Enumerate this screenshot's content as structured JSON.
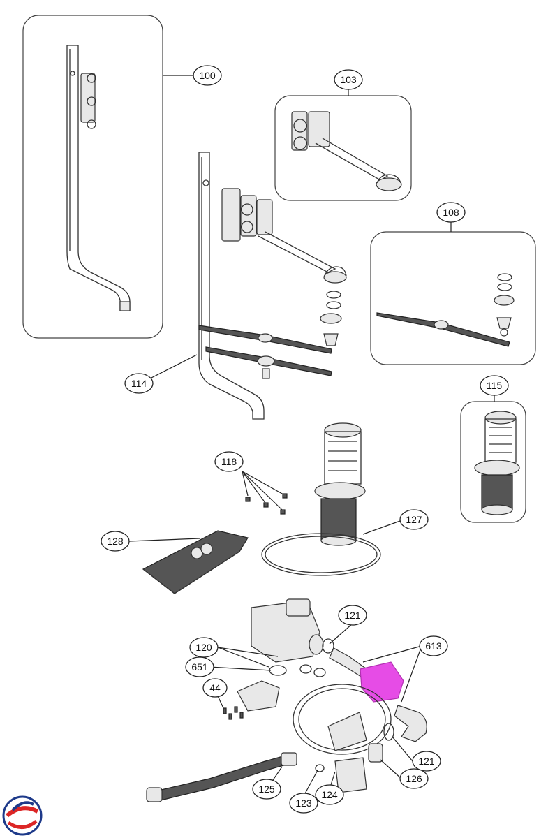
{
  "diagram": {
    "callouts": {
      "c100": "100",
      "c103": "103",
      "c108": "108",
      "c114": "114",
      "c115": "115",
      "c118": "118",
      "c127": "127",
      "c128": "128",
      "c121a": "121",
      "c613": "613",
      "c120": "120",
      "c651": "651",
      "c44": "44",
      "c121b": "121",
      "c126": "126",
      "c125": "125",
      "c123": "123",
      "c124": "124"
    },
    "highlight_color": "#e64ce6",
    "line_color": "#222222"
  },
  "logo": {
    "colors": [
      "#1e3a8a",
      "#dc2626"
    ]
  }
}
